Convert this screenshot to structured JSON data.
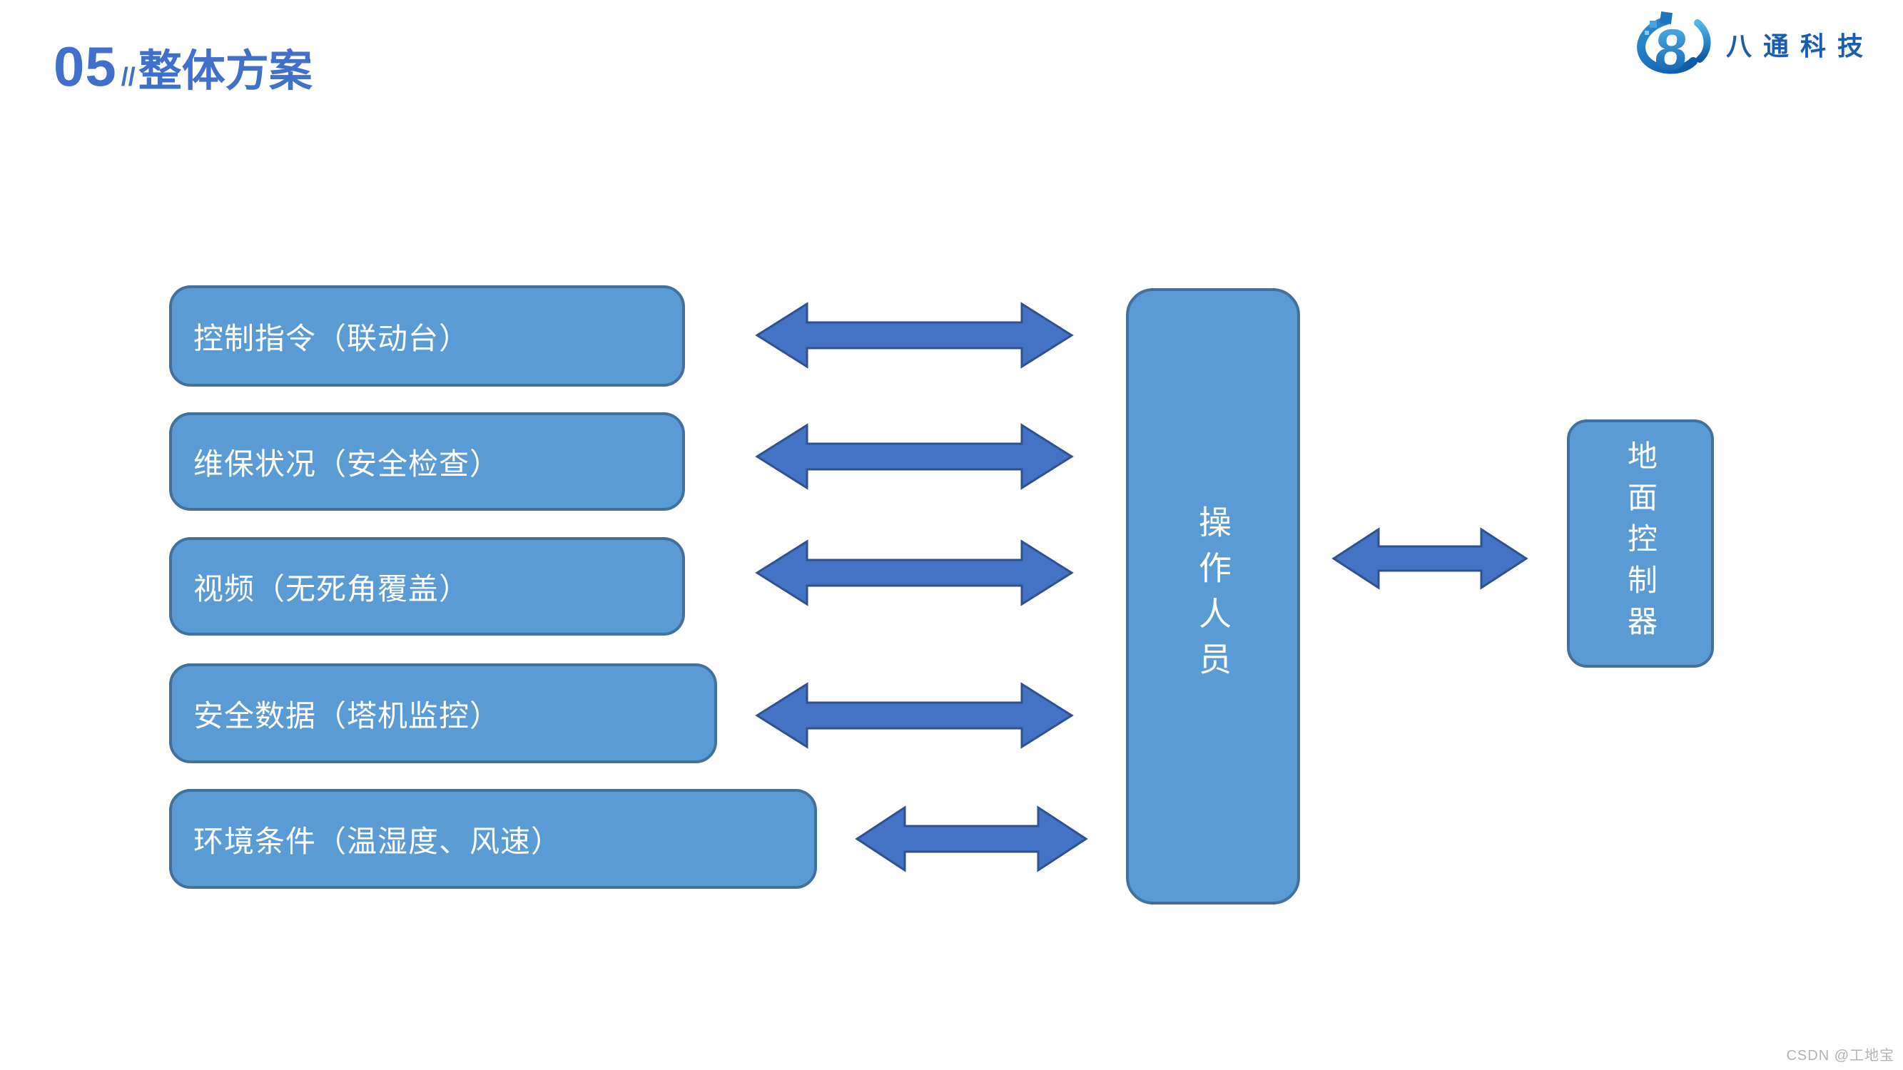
{
  "slide": {
    "title": {
      "number": "05",
      "separator": "//",
      "text": "整体方案"
    },
    "logo": {
      "brand": "八通科技",
      "mark": "batong-8-logo"
    },
    "watermark": "CSDN @工地宝",
    "colors": {
      "title_blue": "#4070CC",
      "box_fill": "#5B9BD5",
      "box_border": "#41719C",
      "arrow_fill": "#4472C4",
      "arrow_border": "#2F528F",
      "logo_blue": "#1A5DAC",
      "watermark_gray": "#B3B3B3"
    },
    "diagram": {
      "sources": [
        {
          "label": "控制指令（联动台）"
        },
        {
          "label": "维保状况（安全检查）"
        },
        {
          "label": "视频（无死角覆盖）"
        },
        {
          "label": "安全数据（塔机监控）"
        },
        {
          "label": "环境条件（温湿度、风速）"
        }
      ],
      "operator": {
        "label": "操作人员"
      },
      "ground_controller": {
        "label": "地面控制器"
      },
      "arrows": [
        {
          "name": "control-command-link",
          "type": "bidirectional"
        },
        {
          "name": "maintenance-status-link",
          "type": "bidirectional"
        },
        {
          "name": "video-link",
          "type": "bidirectional"
        },
        {
          "name": "safety-data-link",
          "type": "bidirectional"
        },
        {
          "name": "environment-link",
          "type": "bidirectional"
        },
        {
          "name": "ground-controller-link",
          "type": "bidirectional"
        }
      ]
    }
  }
}
